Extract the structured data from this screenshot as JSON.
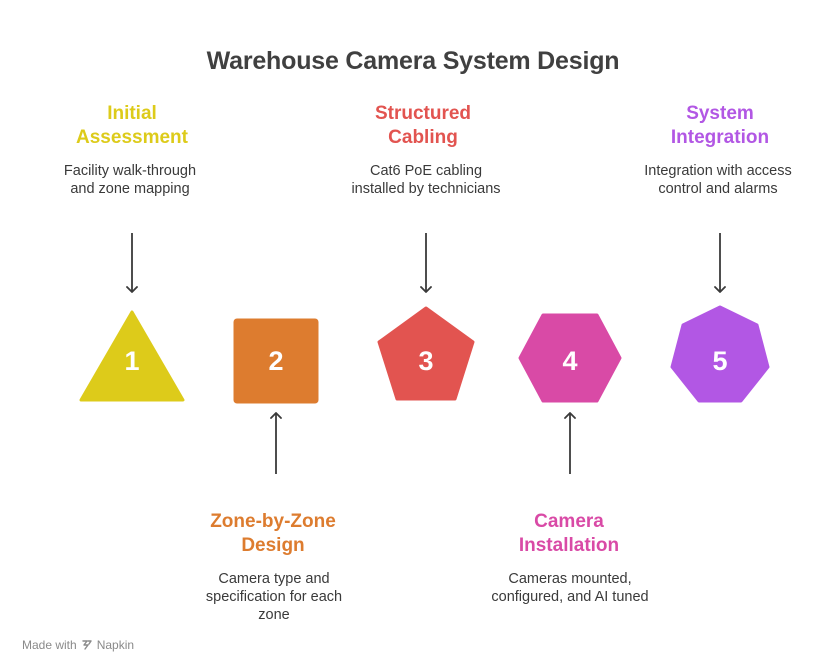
{
  "title": "Warehouse Camera System Design",
  "steps": [
    {
      "number": "1",
      "shape": "triangle",
      "color": "#ddcb1a",
      "title_line1": "Initial",
      "title_line2": "Assessment",
      "desc_line1": "Facility walk-through",
      "desc_line2": "and zone mapping",
      "desc_line3": ""
    },
    {
      "number": "2",
      "shape": "square",
      "color": "#dd7c2f",
      "title_line1": "Zone-by-Zone",
      "title_line2": "Design",
      "desc_line1": "Camera type and",
      "desc_line2": "specification for each",
      "desc_line3": "zone"
    },
    {
      "number": "3",
      "shape": "pentagon",
      "color": "#e25450",
      "title_line1": "Structured",
      "title_line2": "Cabling",
      "desc_line1": "Cat6 PoE cabling",
      "desc_line2": "installed by technicians",
      "desc_line3": ""
    },
    {
      "number": "4",
      "shape": "hexagon",
      "color": "#d94aa6",
      "title_line1": "Camera",
      "title_line2": "Installation",
      "desc_line1": "Cameras mounted,",
      "desc_line2": "configured, and AI tuned",
      "desc_line3": ""
    },
    {
      "number": "5",
      "shape": "heptagon",
      "color": "#b257e4",
      "title_line1": "System",
      "title_line2": "Integration",
      "desc_line1": "Integration with access",
      "desc_line2": "control and alarms",
      "desc_line3": ""
    }
  ],
  "footer": {
    "text": "Made with",
    "brand": "Napkin"
  }
}
